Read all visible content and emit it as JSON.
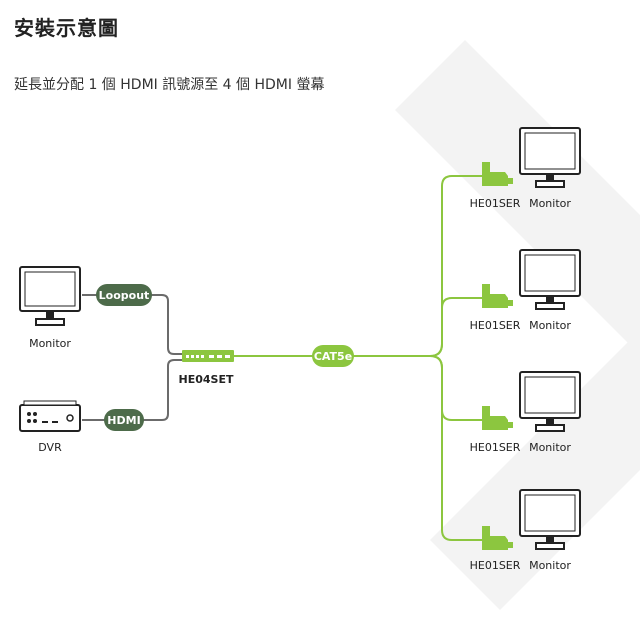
{
  "title": "安裝示意圖",
  "subtitle": "延長並分配 1 個 HDMI 訊號源至 4 個 HDMI 螢幕",
  "source": {
    "monitor_label": "Monitor",
    "dvr_label": "DVR",
    "loopout_label": "Loopout",
    "hdmi_label": "HDMI"
  },
  "transmitter": {
    "label": "HE04SET"
  },
  "cable": {
    "label": "CAT5e"
  },
  "receivers": [
    {
      "receiver_label": "HE01SER",
      "monitor_label": "Monitor"
    },
    {
      "receiver_label": "HE01SER",
      "monitor_label": "Monitor"
    },
    {
      "receiver_label": "HE01SER",
      "monitor_label": "Monitor"
    },
    {
      "receiver_label": "HE01SER",
      "monitor_label": "Monitor"
    }
  ],
  "colors": {
    "green": "#8cc63f",
    "dark_green": "#4d6b4a",
    "line_gray": "#6b6b6b",
    "watermark": "#f2f2f2"
  }
}
